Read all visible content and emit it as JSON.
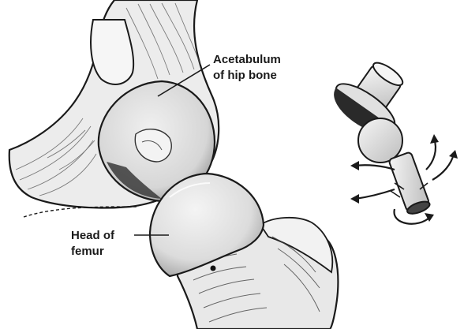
{
  "labels": {
    "acetabulum_line1": "Acetabulum",
    "acetabulum_line2": "of hip bone",
    "femur_line1": "Head of",
    "femur_line2": "femur"
  },
  "colors": {
    "ink": "#1a1a1a",
    "shade": "#d9d9d9",
    "light": "#ededed",
    "dark": "#333333",
    "paper": "#ffffff"
  }
}
